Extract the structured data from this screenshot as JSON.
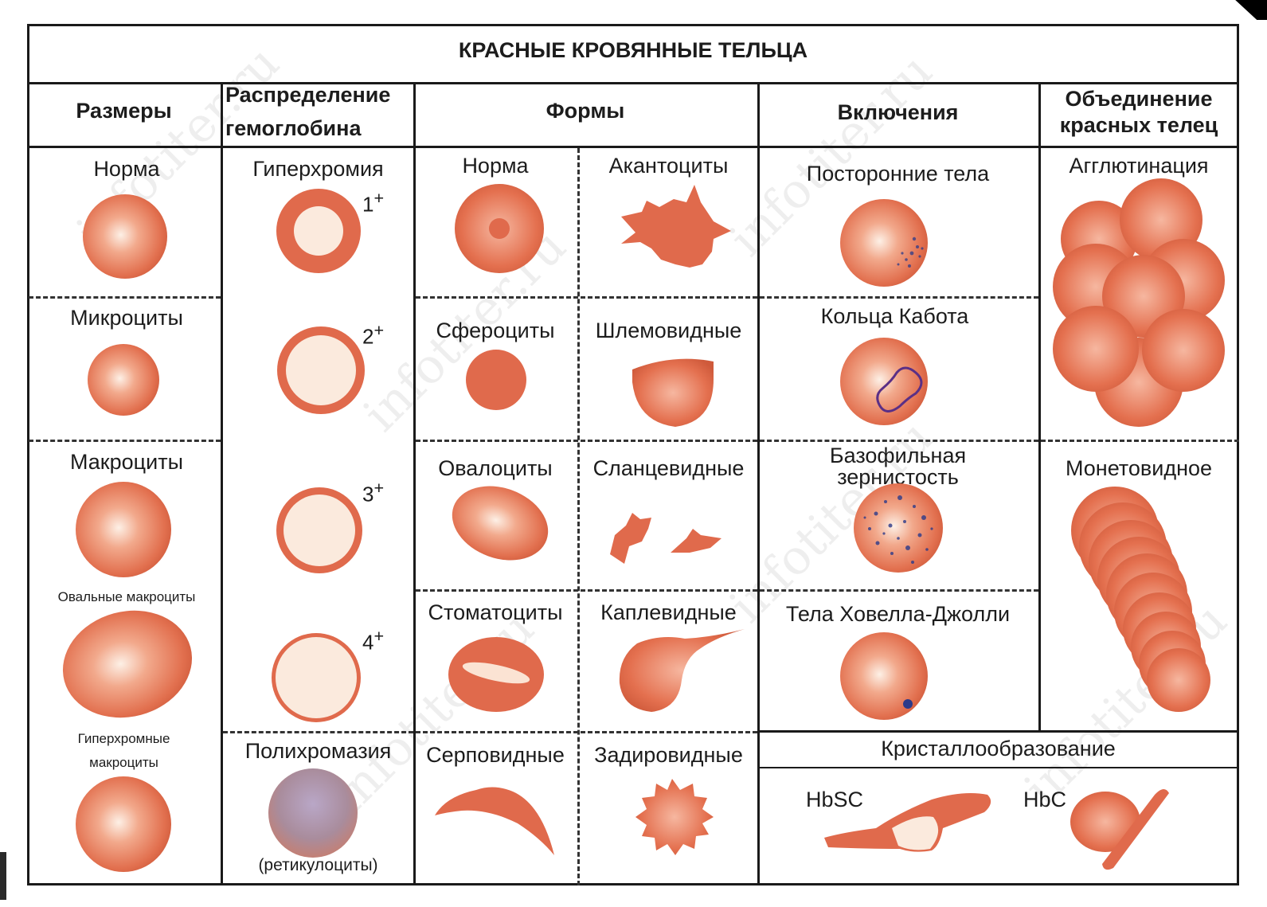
{
  "title": "КРАСНЫЕ КРОВЯННЫЕ ТЕЛЬЦА",
  "headers": {
    "sizes": "Размеры",
    "hb_line1": "Распределение",
    "hb_line2": "гемоглобина",
    "shapes": "Формы",
    "inclusions": "Включения",
    "union_line1": "Объединение",
    "union_line2": "красных телец"
  },
  "sizes": {
    "norm": "Норма",
    "micro": "Микроциты",
    "macro": "Макроциты",
    "oval_macro": "Овальные макроциты",
    "hyper_line1": "Гиперхромные",
    "hyper_line2": "макроциты"
  },
  "hemoglobin": {
    "hypochromia": "Гиперхромия",
    "grades": [
      "1",
      "2",
      "3",
      "4"
    ],
    "grade_sign": "+",
    "polychromasia": "Полихромазия",
    "reticulocytes": "(ретикулоциты)"
  },
  "shapes": {
    "norm": "Норма",
    "acanthocytes": "Акантоциты",
    "spherocytes": "Сфероциты",
    "helmet": "Шлемовидные",
    "ovalocytes": "Овалоциты",
    "schistocytes": "Сланцевидные",
    "stomatocytes": "Стоматоциты",
    "teardrop": "Каплевидные",
    "sickle": "Серповидные",
    "burr": "Задировидные"
  },
  "inclusions": {
    "foreign": "Посторонние тела",
    "cabot": "Кольца Кабота",
    "basophilic_line1": "Базофильная",
    "basophilic_line2": "зернистость",
    "howell": "Тела Ховелла-Джолли",
    "crystal": "Кристаллообразование",
    "hbsc": "HbSC",
    "hbc": "HbC"
  },
  "union": {
    "agglutination": "Агглютинация",
    "rouleaux": "Монетовидное"
  },
  "colors": {
    "cell_fill": "#e06a4c",
    "cell_light": "#fbe3d3",
    "pale_center": "#fbeadd",
    "dot": "#2b3a8a",
    "cabot_ring": "#5a2f86",
    "polychrome": "#8a7aa8"
  }
}
